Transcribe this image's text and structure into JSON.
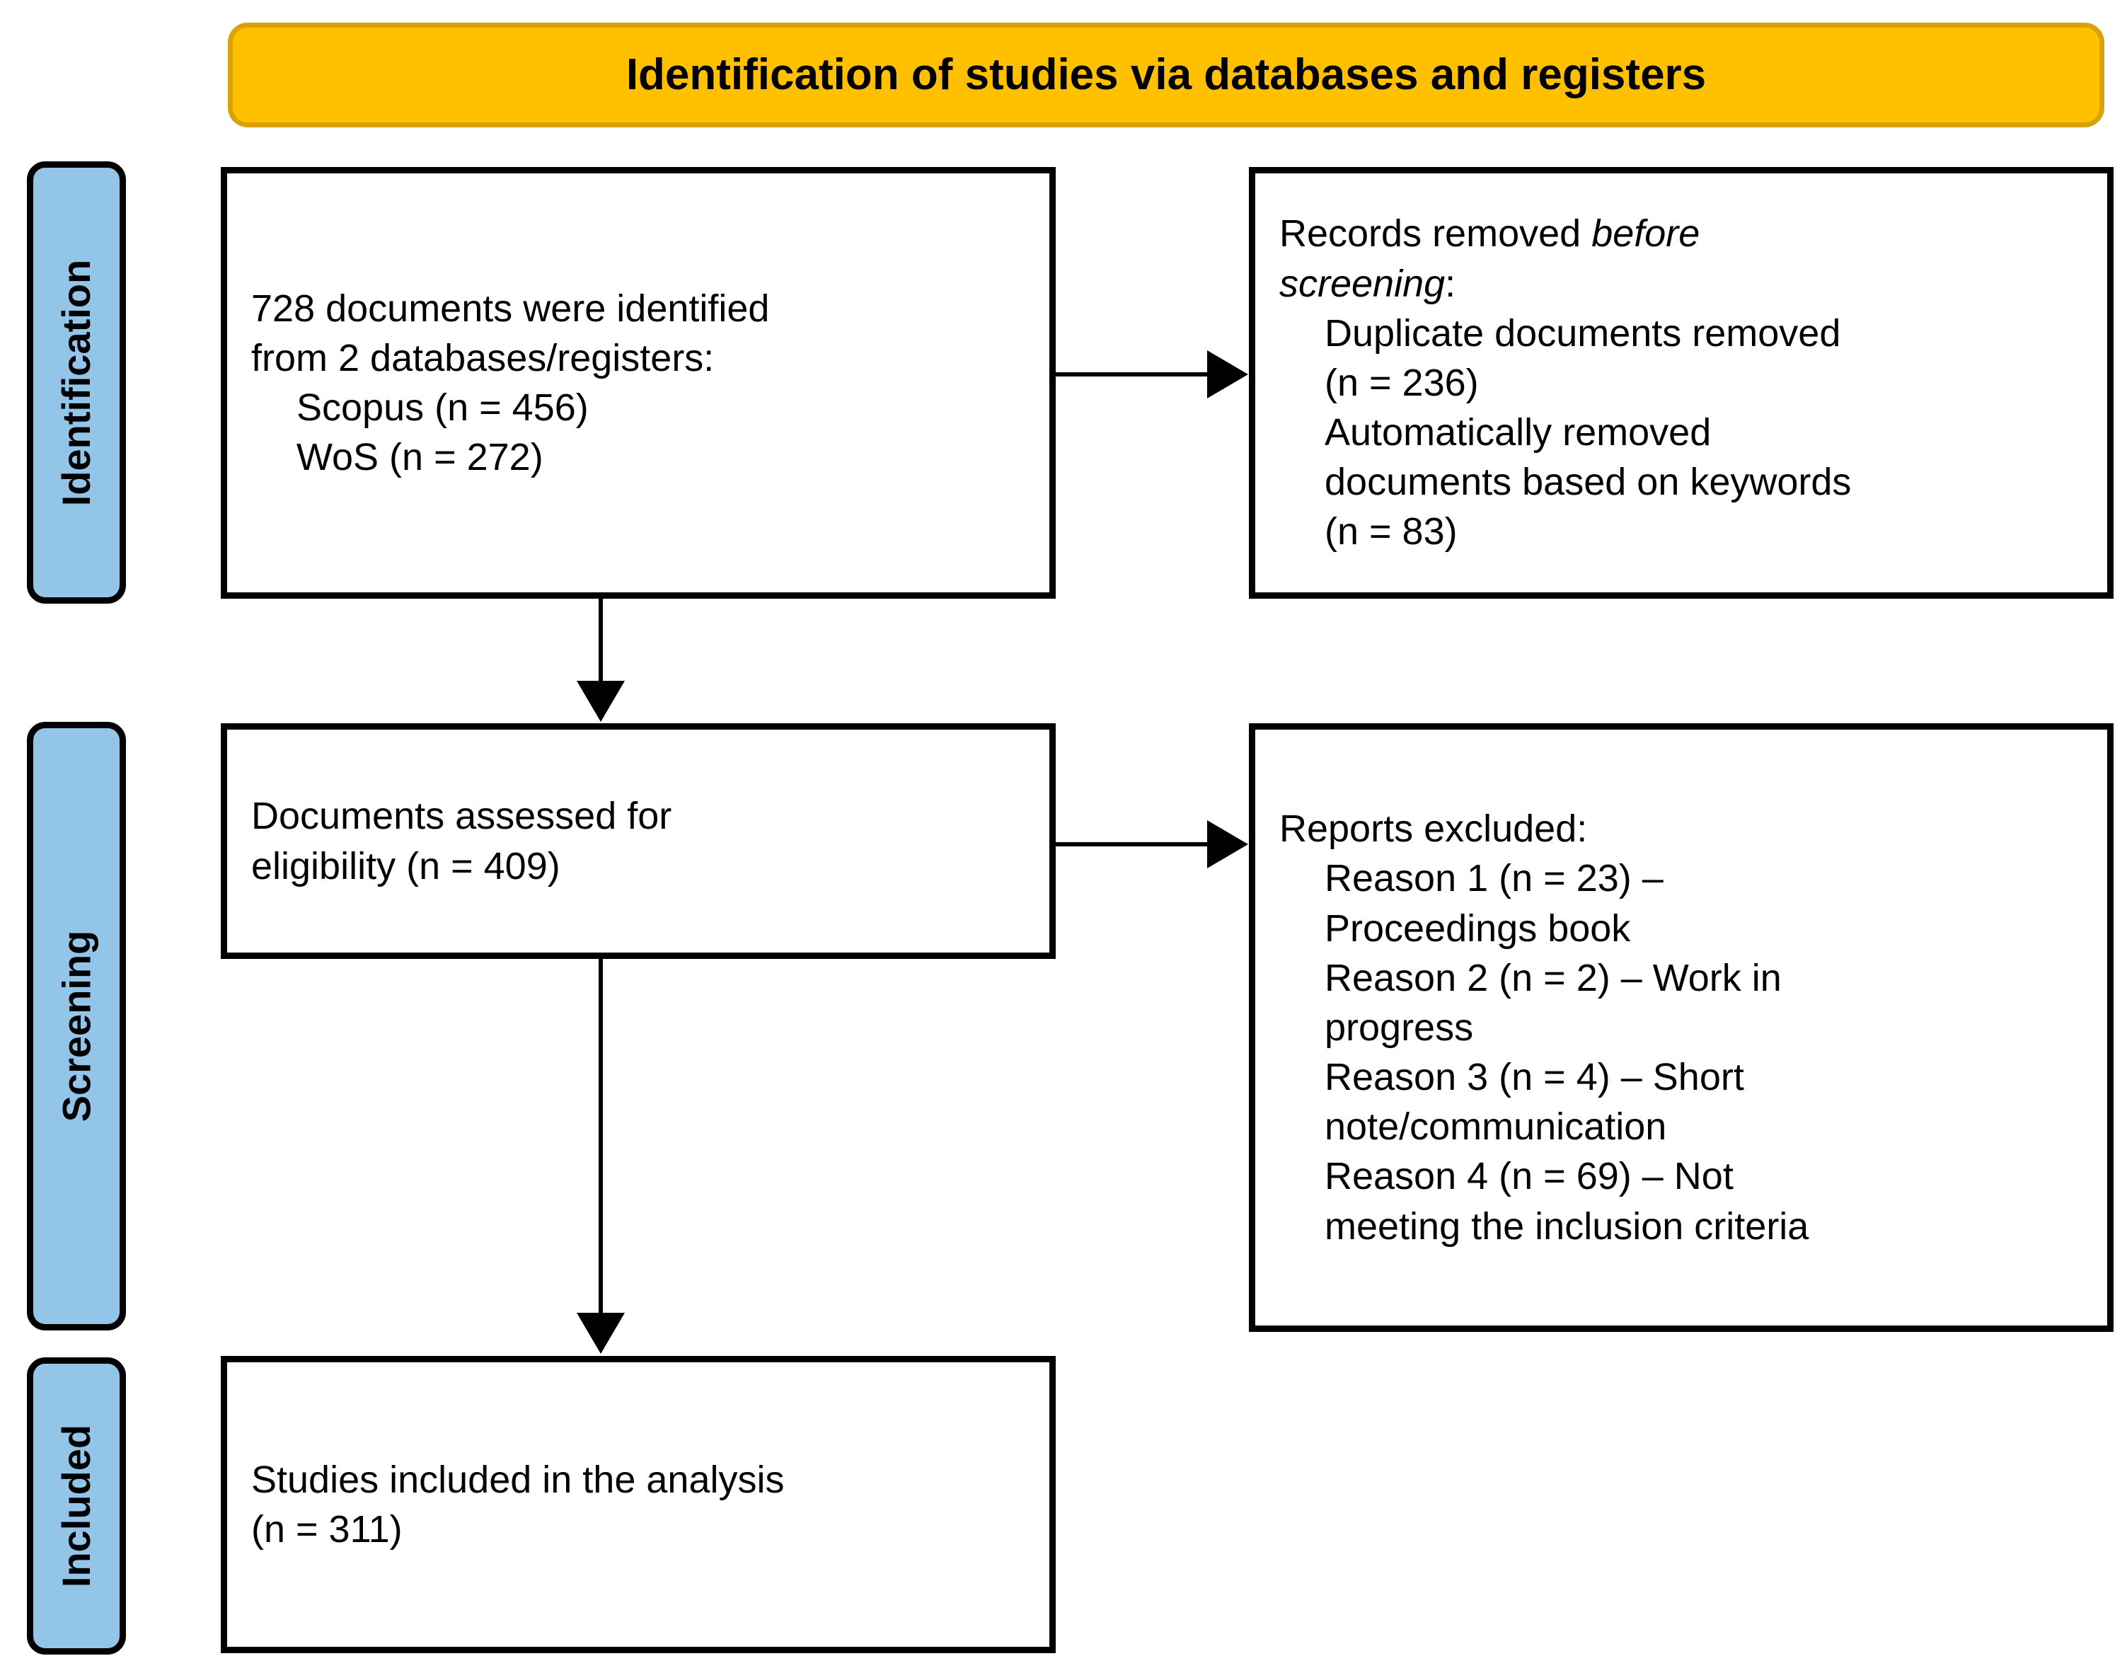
{
  "header": {
    "title": "Identification of studies via databases and registers",
    "background_color": "#FFC000",
    "border_color": "#D9A209"
  },
  "phases": {
    "accent_color": "#92C5E8",
    "identification": "Identification",
    "screening": "Screening",
    "included": "Included"
  },
  "boxes": {
    "identified": {
      "line1": "728 documents were identified",
      "line2": "from 2 databases/registers:",
      "line3": "Scopus (n = 456)",
      "line4": "WoS (n = 272)"
    },
    "removed": {
      "line1_a": "Records removed ",
      "line1_b": "before",
      "line2_b": "screening",
      "line2_c": ":",
      "line3": "Duplicate documents removed",
      "line4": "(n = 236)",
      "line5": "Automatically removed",
      "line6": "documents based on keywords",
      "line7": "(n = 83)"
    },
    "eligibility": {
      "line1": "Documents assessed for",
      "line2": "eligibility (n = 409)"
    },
    "excluded": {
      "line1": "Reports excluded:",
      "line2": "Reason 1 (n = 23) –",
      "line3": "Proceedings book",
      "line4": "Reason 2 (n = 2) – Work in",
      "line5": "progress",
      "line6": "Reason 3 (n = 4) – Short",
      "line7": "note/communication",
      "line8": "Reason 4 (n = 69) – Not",
      "line9": "meeting the inclusion criteria"
    },
    "included_result": {
      "line1": "Studies included in the analysis",
      "line2": "(n = 311)"
    }
  },
  "chart_data": {
    "type": "diagram",
    "title": "Identification of studies via databases and registers",
    "diagram_kind": "PRISMA flow diagram",
    "phases": [
      "Identification",
      "Screening",
      "Included"
    ],
    "nodes": [
      {
        "id": "identified",
        "phase": "Identification",
        "label": "728 documents were identified from 2 databases/registers: Scopus (n = 456) WoS (n = 272)",
        "n_total": 728,
        "sources": [
          {
            "name": "Scopus",
            "n": 456
          },
          {
            "name": "WoS",
            "n": 272
          }
        ]
      },
      {
        "id": "removed",
        "phase": "Identification",
        "label": "Records removed before screening: Duplicate documents removed (n = 236) Automatically removed documents based on keywords (n = 83)",
        "items": [
          {
            "name": "Duplicate documents removed",
            "n": 236
          },
          {
            "name": "Automatically removed documents based on keywords",
            "n": 83
          }
        ]
      },
      {
        "id": "eligibility",
        "phase": "Screening",
        "label": "Documents assessed for eligibility (n = 409)",
        "n": 409
      },
      {
        "id": "excluded",
        "phase": "Screening",
        "label": "Reports excluded",
        "items": [
          {
            "name": "Reason 1 – Proceedings book",
            "n": 23
          },
          {
            "name": "Reason 2 – Work in progress",
            "n": 2
          },
          {
            "name": "Reason 3 – Short note/communication",
            "n": 4
          },
          {
            "name": "Reason 4 – Not meeting the inclusion criteria",
            "n": 69
          }
        ]
      },
      {
        "id": "included_result",
        "phase": "Included",
        "label": "Studies included in the analysis (n = 311)",
        "n": 311
      }
    ],
    "edges": [
      {
        "from": "identified",
        "to": "removed",
        "direction": "right"
      },
      {
        "from": "identified",
        "to": "eligibility",
        "direction": "down"
      },
      {
        "from": "eligibility",
        "to": "excluded",
        "direction": "right"
      },
      {
        "from": "eligibility",
        "to": "included_result",
        "direction": "down"
      }
    ]
  }
}
